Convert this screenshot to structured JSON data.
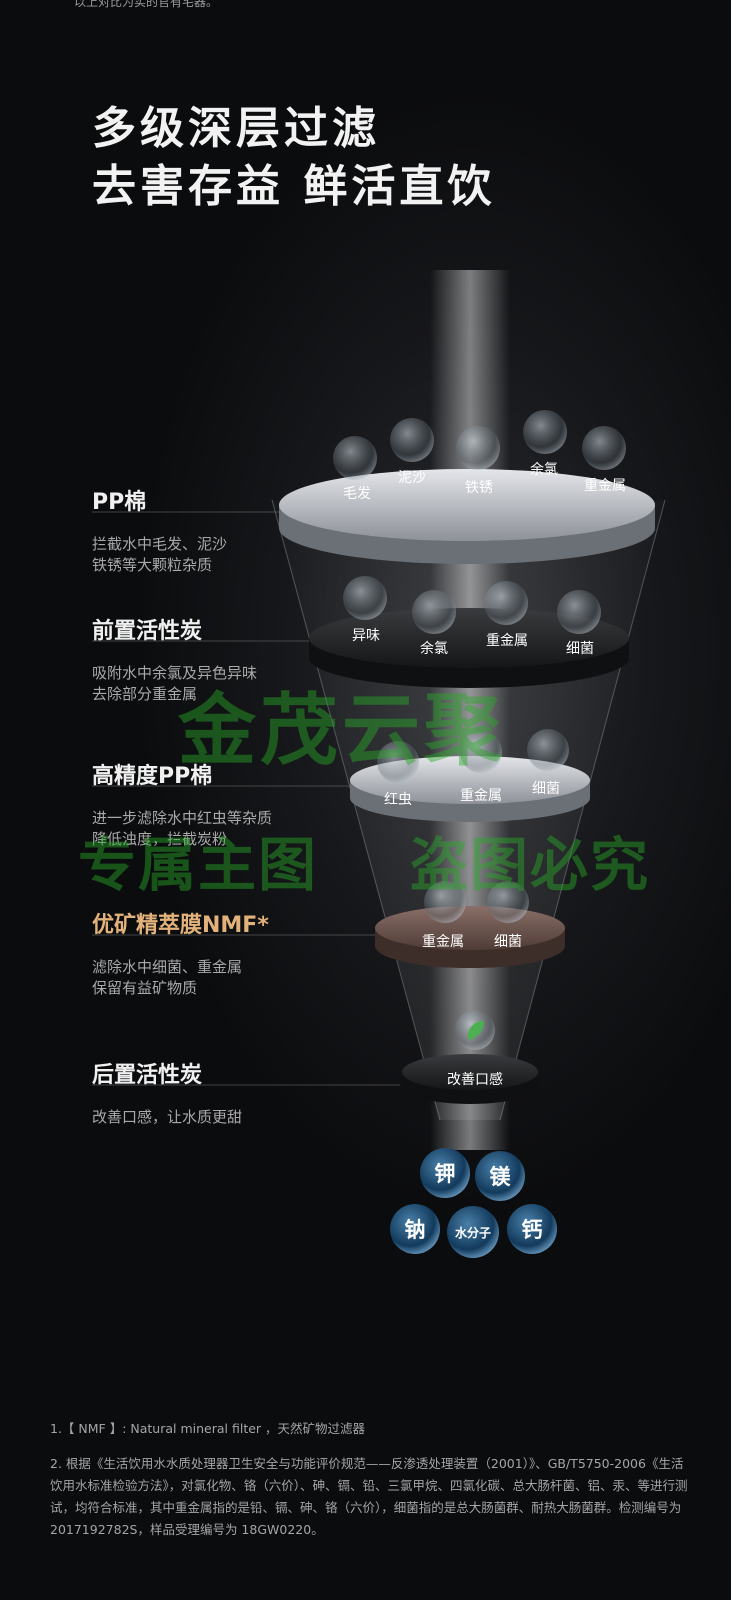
{
  "top_note": "以上对比为实的官有宅器。",
  "headline": {
    "line1": "多级深层过滤",
    "line2": "去害存益  鲜活直饮"
  },
  "stages": [
    {
      "title": "PP棉",
      "desc": "拦截水中毛发、泥沙\n铁锈等大颗粒杂质"
    },
    {
      "title": "前置活性炭",
      "desc": "吸附水中余氯及异色异味\n去除部分重金属"
    },
    {
      "title": "高精度PP棉",
      "desc": "进一步滤除水中红虫等杂质\n降低浊度，拦截炭粉"
    },
    {
      "title": "优矿精萃膜NMF*",
      "desc": "滤除水中细菌、重金属\n保留有益矿物质"
    },
    {
      "title": "后置活性炭",
      "desc": "改善口感，让水质更甜"
    }
  ],
  "particles": {
    "layer1": [
      "毛发",
      "泥沙",
      "铁锈",
      "余氯",
      "重金属"
    ],
    "layer2": [
      "异味",
      "余氯",
      "重金属",
      "细菌"
    ],
    "layer3": [
      "红虫",
      "重金属",
      "细菌"
    ],
    "layer4": [
      "重金属",
      "细菌"
    ],
    "layer5": [
      "改善口感"
    ]
  },
  "minerals": [
    "钾",
    "镁",
    "钠",
    "水分子",
    "钙"
  ],
  "footnotes": {
    "fn1": "1.【 NMF 】: Natural mineral filter ，天然矿物过滤器",
    "fn2": "2. 根据《生活饮用水水质处理器卫生安全与功能评价规范——反渗透处理装置（2001）》、GB/T5750-2006《生活饮用水标准检验方法》，对氯化物、铬（六价）、砷、镉、铅、三氯甲烷、四氯化碳、总大肠杆菌、铝、汞、等进行测试，均符合标准，其中重金属指的是铅、镉、砷、铬（六价），细菌指的是总大肠菌群、耐热大肠菌群。检测编号为2017192782S，样品受理编号为 18GW0220。"
  },
  "watermark": {
    "line1": "金茂云聚",
    "line2a": "专属主图",
    "line2b": "盗图必究"
  },
  "colors": {
    "accent_gold": "#e2b27a",
    "watermark_green": "#28aa28"
  }
}
